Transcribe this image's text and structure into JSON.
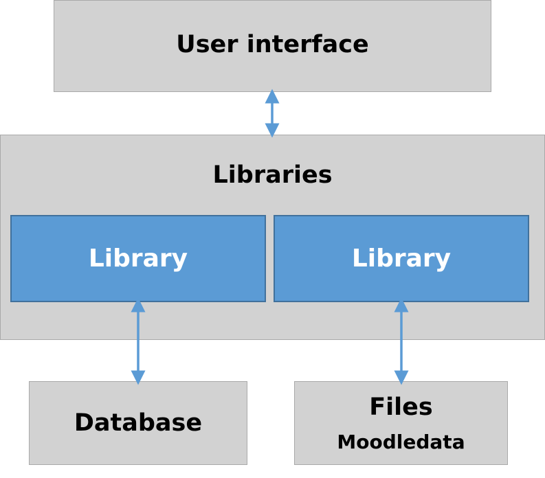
{
  "nodes": {
    "user_interface": "User interface",
    "libraries": "Libraries",
    "library_left": "Library",
    "library_right": "Library",
    "database": "Database",
    "files": "Files",
    "files_sub": "Moodledata"
  },
  "colors": {
    "gray_box": "#d2d2d2",
    "gray_border": "#a9a9a9",
    "blue_box": "#5b9bd5",
    "blue_border": "#41719c",
    "arrow": "#5b9bd5"
  }
}
